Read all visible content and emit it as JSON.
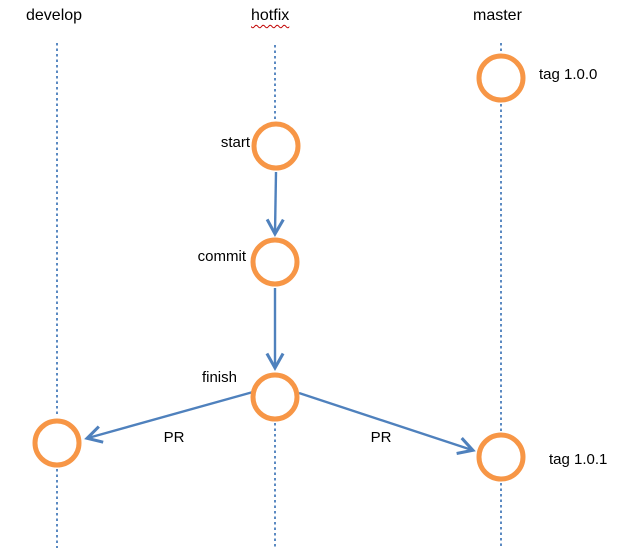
{
  "diagram": {
    "type": "git-branch-workflow",
    "branches": [
      {
        "name": "develop"
      },
      {
        "name": "hotfix",
        "misspelled": true
      },
      {
        "name": "master"
      }
    ],
    "nodes": [
      {
        "id": "master-tag-1-0-0",
        "branch": "master",
        "label": "tag 1.0.0"
      },
      {
        "id": "hotfix-start",
        "branch": "hotfix",
        "label": "start"
      },
      {
        "id": "hotfix-commit",
        "branch": "hotfix",
        "label": "commit"
      },
      {
        "id": "hotfix-finish",
        "branch": "hotfix",
        "label": "finish"
      },
      {
        "id": "develop-merge",
        "branch": "develop",
        "label": ""
      },
      {
        "id": "master-tag-1-0-1",
        "branch": "master",
        "label": "tag 1.0.1"
      }
    ],
    "edges": [
      {
        "from": "hotfix-start",
        "to": "hotfix-commit",
        "label": ""
      },
      {
        "from": "hotfix-commit",
        "to": "hotfix-finish",
        "label": ""
      },
      {
        "from": "hotfix-finish",
        "to": "develop-merge",
        "label": "PR"
      },
      {
        "from": "hotfix-finish",
        "to": "master-tag-1-0-1",
        "label": "PR"
      }
    ],
    "colors": {
      "commit_ring": "#F79646",
      "arrow": "#4F81BD",
      "branch_line": "#5B8AC2",
      "text": "#000000",
      "misspell_underline": "#C00000",
      "background": "#FFFFFF"
    }
  }
}
